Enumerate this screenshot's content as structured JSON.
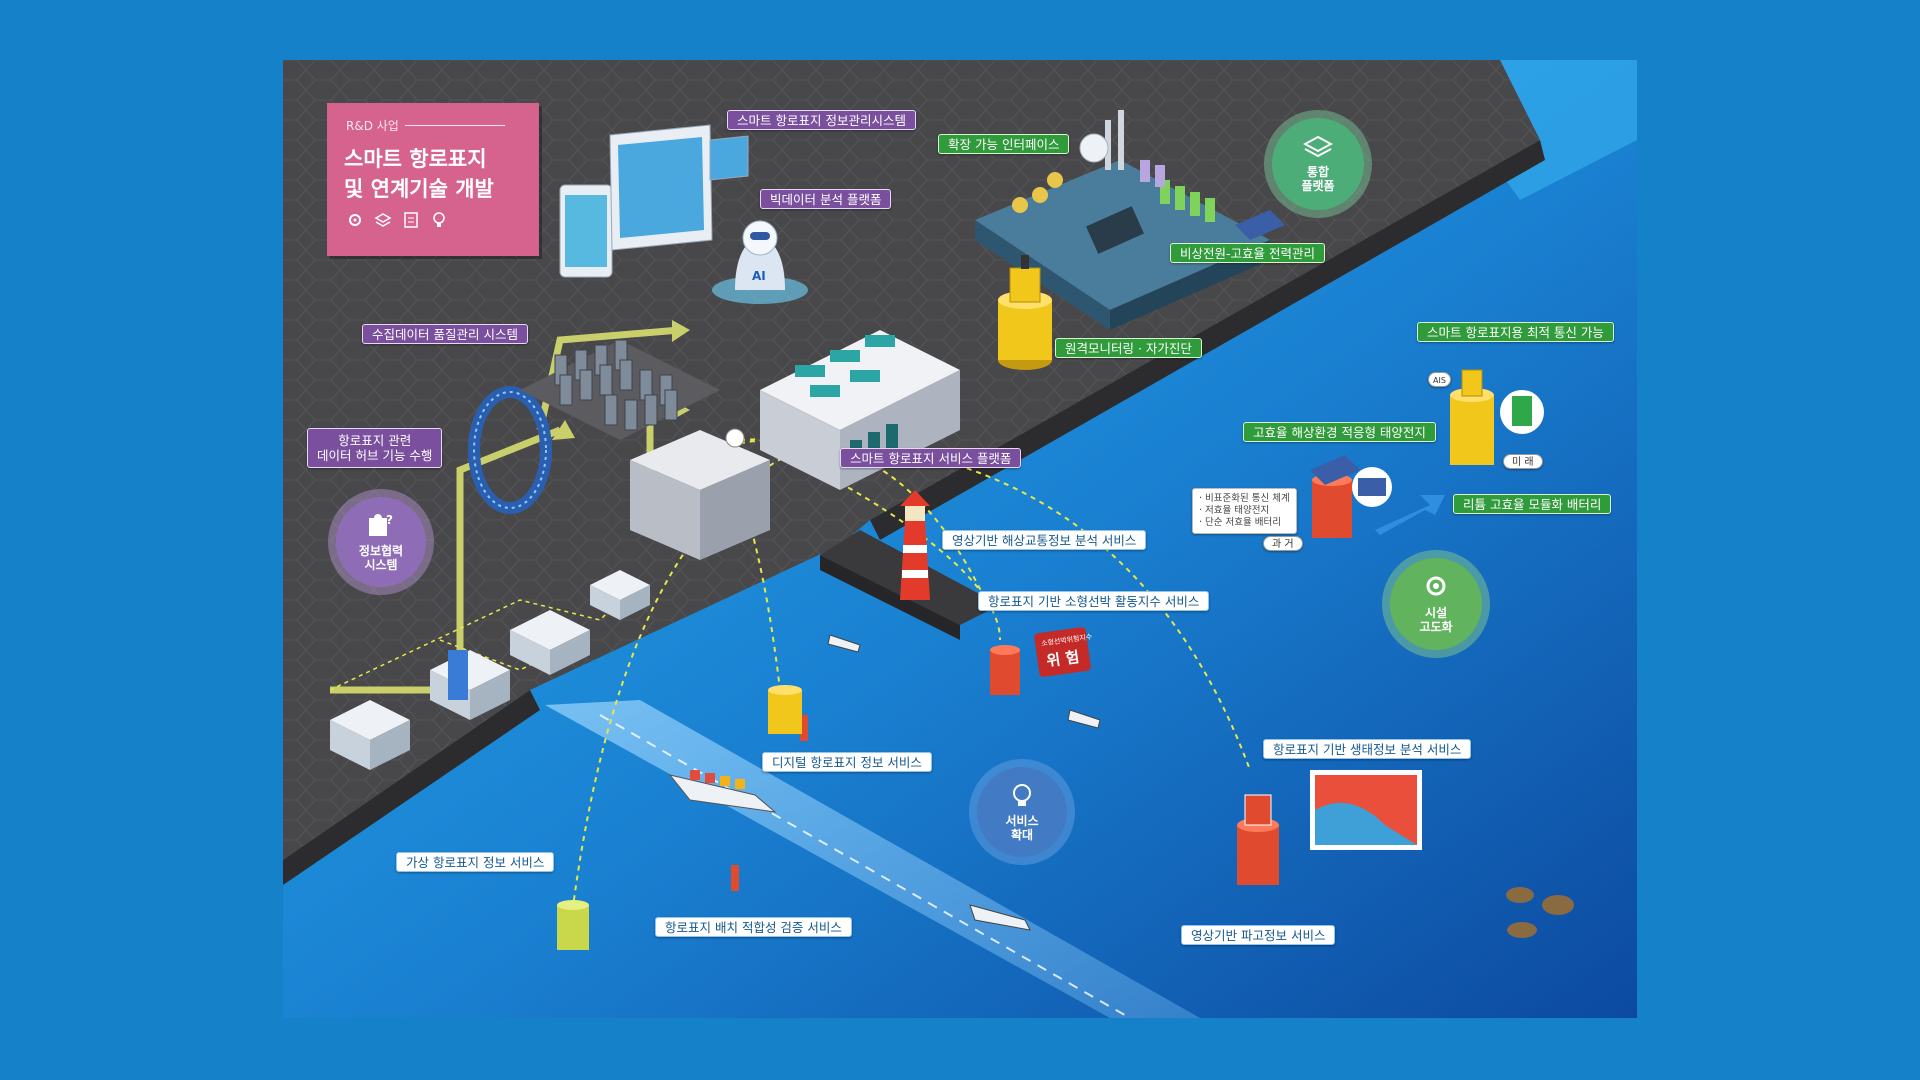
{
  "title_card": {
    "kicker": "R&D 사업",
    "title_line1": "스마트 항로표지",
    "title_line2": "및 연계기술 개발"
  },
  "badges": {
    "integrated_platform": [
      "통합",
      "플랫폼"
    ],
    "info_cooperation": [
      "정보협력",
      "시스템"
    ],
    "facility_upgrade": [
      "시설",
      "고도화"
    ],
    "service_expansion": [
      "서비스",
      "확대"
    ]
  },
  "labels": {
    "info_mgmt_system": "스마트 항로표지 정보관리시스템",
    "bigdata_platform": "빅데이터 분석 플랫폼",
    "expandable_interface": "확장 가능 인터페이스",
    "emergency_power": "비상전원-고효율 전력관리",
    "remote_monitoring": "원격모니터링 · 자가진단",
    "data_quality": "수집데이터 품질관리 시스템",
    "data_hub_line1": "항로표지 관련",
    "data_hub_line2": "데이터 허브 기능 수행",
    "service_platform": "스마트 항로표지 서비스 플랫폼",
    "optimal_comm": "스마트 항로표지용 최적 통신 가능",
    "solar_cell": "고효율 해상환경 적응형 태양전지",
    "lithium_battery": "리튬 고효율 모듈화 배터리",
    "video_traffic": "영상기반 해상교통정보 분석 서비스",
    "small_vessel_index": "항로표지 기반 소형선박 활동지수 서비스",
    "digital_info": "디지털 항로표지 정보 서비스",
    "ecology_info": "항로표지 기반 생태정보 분석 서비스",
    "virtual_aton": "가상 항로표지 정보 서비스",
    "placement_verification": "항로표지 배치 적합성 검증 서비스",
    "wave_info": "영상기반 파고정보 서비스"
  },
  "past_notes": [
    "· 비표준화된 통신 체계",
    "· 저효율 태양전지",
    "· 단순 저효율 배터리"
  ],
  "tags": {
    "past": "과 거",
    "future": "미 래",
    "ai": "AI",
    "danger_small": "소형선박위험지수",
    "danger": "위 험",
    "ais": "AIS"
  },
  "colors": {
    "background": "#1581c8",
    "dock": "#4a4a4c",
    "sea_light": "#1e9fe0",
    "sea_deep": "#0d4fa3",
    "title_card": "#d6628e",
    "purple_label": "#7a4f9e",
    "green_label": "#2f9b3a",
    "route_arrow": "#c9cf6a",
    "signal_dotted": "#e6e84a"
  }
}
